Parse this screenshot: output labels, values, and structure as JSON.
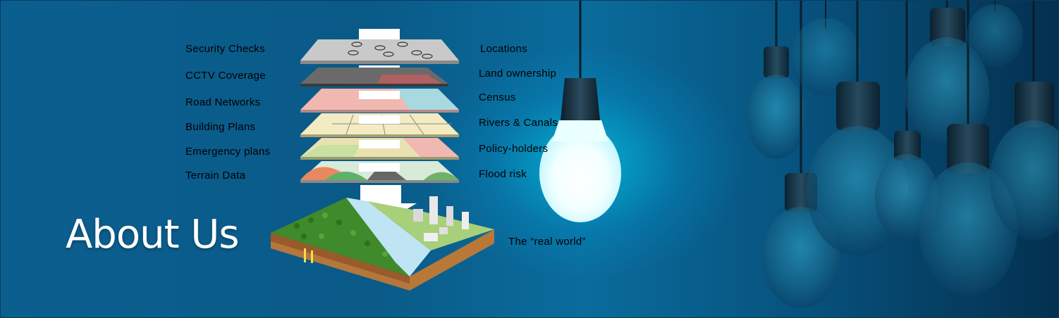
{
  "heading": "About Us",
  "left_labels": [
    "Security Checks",
    "CCTV Coverage",
    "Road Networks",
    "Building Plans",
    "Emergency plans",
    "Terrain Data"
  ],
  "right_labels": [
    "Locations",
    "Land ownership",
    "Census",
    "Rivers & Canals",
    "Policy-holders",
    "Flood risk"
  ],
  "real_world_label": "The “real world”",
  "colors": {
    "background": "#0a5a88",
    "glow": "#00e6ff",
    "heading": "#ffffff"
  }
}
